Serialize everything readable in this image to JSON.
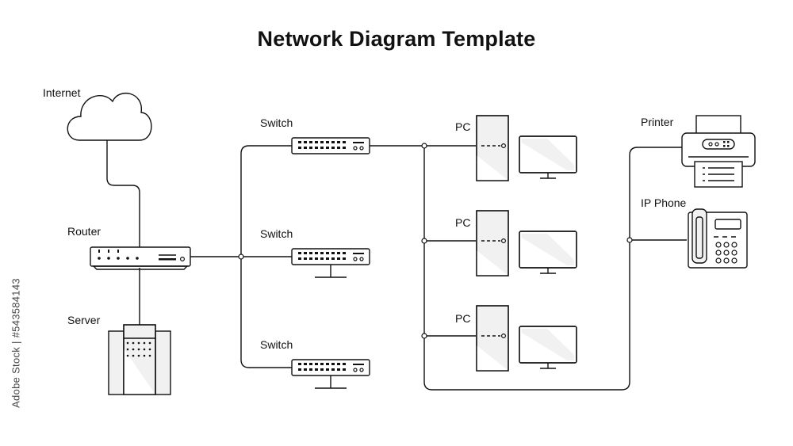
{
  "title": "Network Diagram Template",
  "labels": {
    "internet": "Internet",
    "router": "Router",
    "server": "Server",
    "switch_1": "Switch",
    "switch_2": "Switch",
    "switch_3": "Switch",
    "pc_1": "PC",
    "pc_2": "PC",
    "pc_3": "PC",
    "printer": "Printer",
    "ip_phone": "IP Phone"
  },
  "watermark": "Adobe Stock | #543584143",
  "icons": {
    "internet": "cloud-icon",
    "router": "router-icon",
    "server": "server-icon",
    "switch": "network-switch-icon",
    "pc": "pc-tower-icon",
    "monitor": "monitor-icon",
    "printer": "printer-icon",
    "ip_phone": "ip-phone-icon"
  },
  "colors": {
    "line": "#111111",
    "fill_light": "#f1f1f1",
    "background": "#ffffff"
  }
}
